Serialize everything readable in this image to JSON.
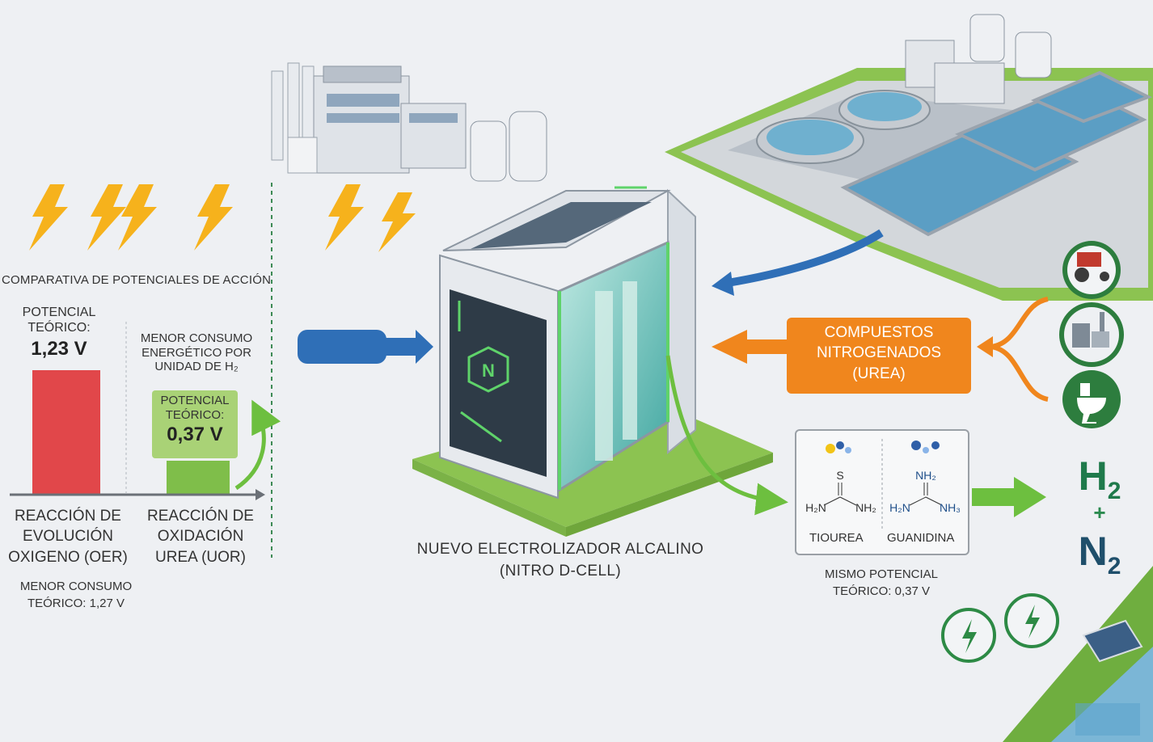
{
  "comparison": {
    "title": "COMPARATIVA DE POTENCIALES DE ACCIÓN",
    "oer": {
      "potential_label": "POTENCIAL TEÓRICO:",
      "potential_value": "1,23 V",
      "reaction_label": "REACCIÓN DE EVOLUCIÓN OXIGENO (OER)",
      "footnote": "MENOR CONSUMO TEÓRICO: 1,27 V"
    },
    "uor": {
      "lower_energy_note": "MENOR CONSUMO ENERGÉTICO POR UNIDAD DE H₂",
      "potential_label": "POTENCIAL TEÓRICO:",
      "potential_value": "0,37 V",
      "reaction_label": "REACCIÓN DE OXIDACIÓN UREA (UOR)"
    },
    "bar_values": [
      1.23,
      0.37
    ],
    "bar_colors": [
      "#e1474a",
      "#7fbe4a"
    ]
  },
  "electrolyzer": {
    "title_line1": "NUEVO ELECTROLIZADOR ALCALINO",
    "title_line2": "(NITRO D-CELL)",
    "logo_letter": "N"
  },
  "compounds": {
    "label_line1": "COMPUESTOS",
    "label_line2": "NITROGENADOS",
    "label_line3": "(UREA)",
    "color": "#f0861d"
  },
  "molecules": {
    "thiourea": {
      "name": "TIOUREA",
      "top_atom": "S",
      "left_group": "H₂N",
      "right_group": "NH₂"
    },
    "guanidine": {
      "name": "GUANIDINA",
      "top_atom": "NH₂",
      "left_group": "H₂N",
      "right_group": "NH₃"
    },
    "note_line1": "MISMO POTENCIAL",
    "note_line2": "TEÓRICO: 0,37 V"
  },
  "products": {
    "h2_base": "H",
    "h2_sub": "2",
    "plus": "+",
    "n2_base": "N",
    "n2_sub": "2"
  },
  "colors": {
    "accent_green": "#6dbf3f",
    "arrow_blue": "#2f6fb7",
    "arrow_orange": "#f0861d",
    "bolt_yellow": "#f6b21c",
    "water_blue": "#7bb6d6"
  },
  "icons": [
    "factory-icon",
    "water-treatment-plant-icon",
    "lightning-bolt-icon",
    "tractor-icon",
    "industry-icon",
    "toilet-icon",
    "renewable-energy-icon",
    "solar-panel-icon",
    "river-icon"
  ]
}
